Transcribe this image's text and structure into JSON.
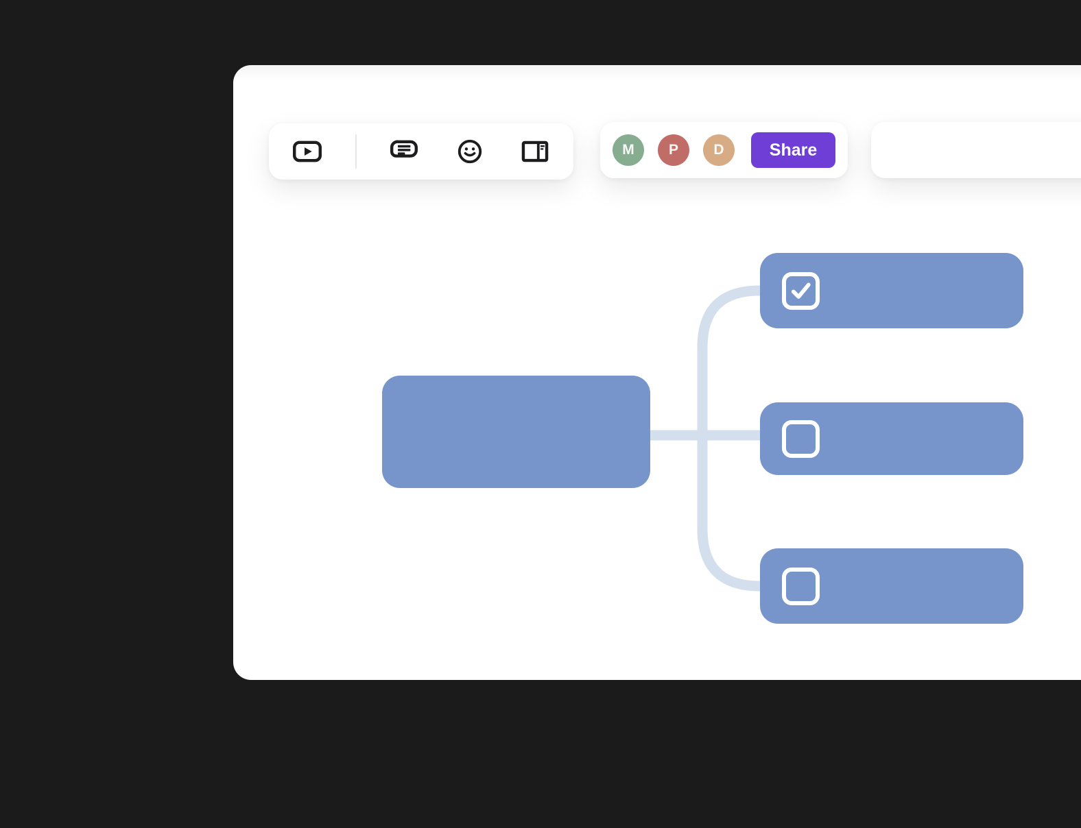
{
  "background_color": "#1b1b1b",
  "window": {
    "surface_color": "#ffffff"
  },
  "toolbar": {
    "icon_color": "#1d1d1f",
    "tools": [
      {
        "icon": "video-play-icon"
      },
      {
        "icon": "text-lines-bubble-icon"
      },
      {
        "icon": "smiley-face-icon"
      },
      {
        "icon": "sidebar-layout-icon"
      }
    ]
  },
  "collab": {
    "avatars": [
      {
        "initial": "M",
        "color": "#87ad90"
      },
      {
        "initial": "P",
        "color": "#c06d67"
      },
      {
        "initial": "D",
        "color": "#d7ab84"
      }
    ],
    "share": {
      "label": "Share",
      "color": "#6e3ed6",
      "text_color": "#ffffff"
    }
  },
  "canvas": {
    "node_color": "#7795ca",
    "connector_color": "#d3dfed",
    "checkbox_color": "#ffffff",
    "root": {
      "label": ""
    },
    "children": [
      {
        "label": "",
        "checked": true
      },
      {
        "label": "",
        "checked": false
      },
      {
        "label": "",
        "checked": false
      }
    ]
  }
}
